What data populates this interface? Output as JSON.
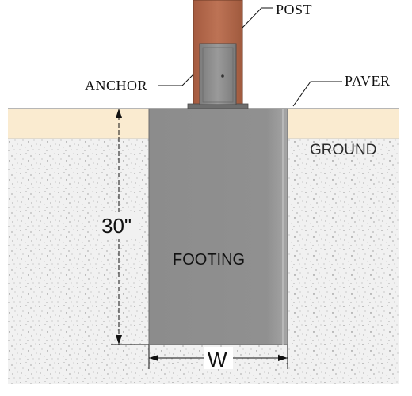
{
  "labels": {
    "post": "POST",
    "anchor": "ANCHOR",
    "paver": "PAVER",
    "ground": "GROUND",
    "footing": "FOOTING",
    "depth": "30\"",
    "width": "W"
  },
  "colors": {
    "post": "#b4684a",
    "anchor": "#8a8a8a",
    "paver": "#faebd0",
    "ground": "#f2f2f2",
    "footing": "#8d8d8d"
  }
}
